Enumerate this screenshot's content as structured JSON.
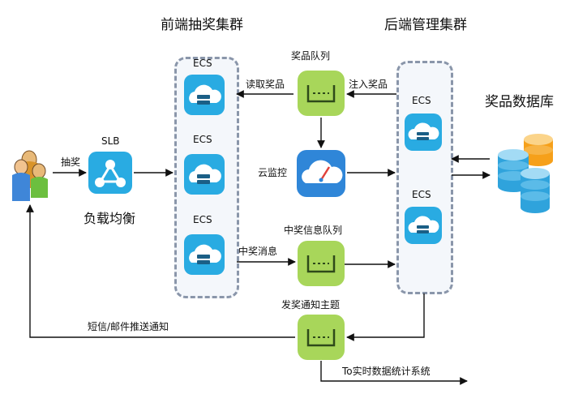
{
  "titles": {
    "frontend_cluster": "前端抽奖集群",
    "backend_cluster": "后端管理集群",
    "prize_db": "奖品数据库"
  },
  "nodes": {
    "slb": "SLB",
    "load_balance": "负载均衡",
    "ecs": "ECS",
    "prize_queue": "奖品队列",
    "cloud_monitor": "云监控",
    "winning_queue": "中奖信息队列",
    "notify_topic": "发奖通知主题"
  },
  "edges": {
    "draw": "抽奖",
    "read_prize": "读取奖品",
    "inject_prize": "注入奖品",
    "winning_msg": "中奖消息",
    "sms_mail": "短信/邮件推送通知",
    "to_stats": "To实时数据统计系统"
  },
  "colors": {
    "ecs_blue": "#29abe2",
    "mq_green": "#a8d65a",
    "cluster_border": "#8a96aa",
    "arrow": "#111111",
    "db_blue": "#2fa3dc",
    "db_orange": "#f6a01a"
  },
  "icons": {
    "users": "users-group-icon",
    "slb": "load-balancer-icon",
    "ecs": "cloud-server-icon",
    "mq": "message-queue-icon",
    "monitor": "cloud-monitor-icon",
    "db": "database-icon"
  }
}
